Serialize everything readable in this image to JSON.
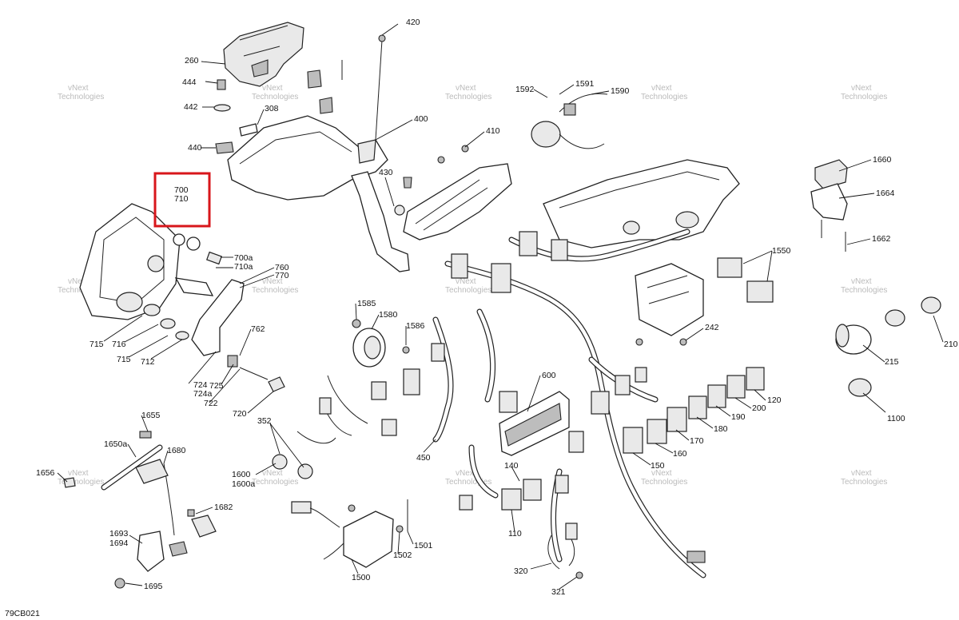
{
  "diagram": {
    "code": "79CB021",
    "highlight_labels": [
      "700",
      "710"
    ],
    "highlight_color": "#d8161b",
    "watermark": {
      "top": "vNext",
      "bottom": "Technologies"
    },
    "callouts": [
      "420",
      "260",
      "444",
      "442",
      "308",
      "440",
      "400",
      "410",
      "430",
      "1592",
      "1591",
      "1590",
      "1660",
      "1664",
      "1662",
      "1550",
      "242",
      "215",
      "210",
      "1100",
      "700a",
      "710a",
      "760",
      "770",
      "715",
      "716",
      "715",
      "712",
      "762",
      "724",
      "724a",
      "725",
      "722",
      "720",
      "1585",
      "1580",
      "1586",
      "600",
      "120",
      "200",
      "190",
      "180",
      "170",
      "160",
      "150",
      "1655",
      "1650a",
      "1680",
      "1656",
      "352",
      "1600",
      "1600a",
      "450",
      "140",
      "110",
      "1682",
      "1693",
      "1694",
      "1695",
      "1500",
      "1502",
      "1501",
      "320",
      "321"
    ]
  }
}
